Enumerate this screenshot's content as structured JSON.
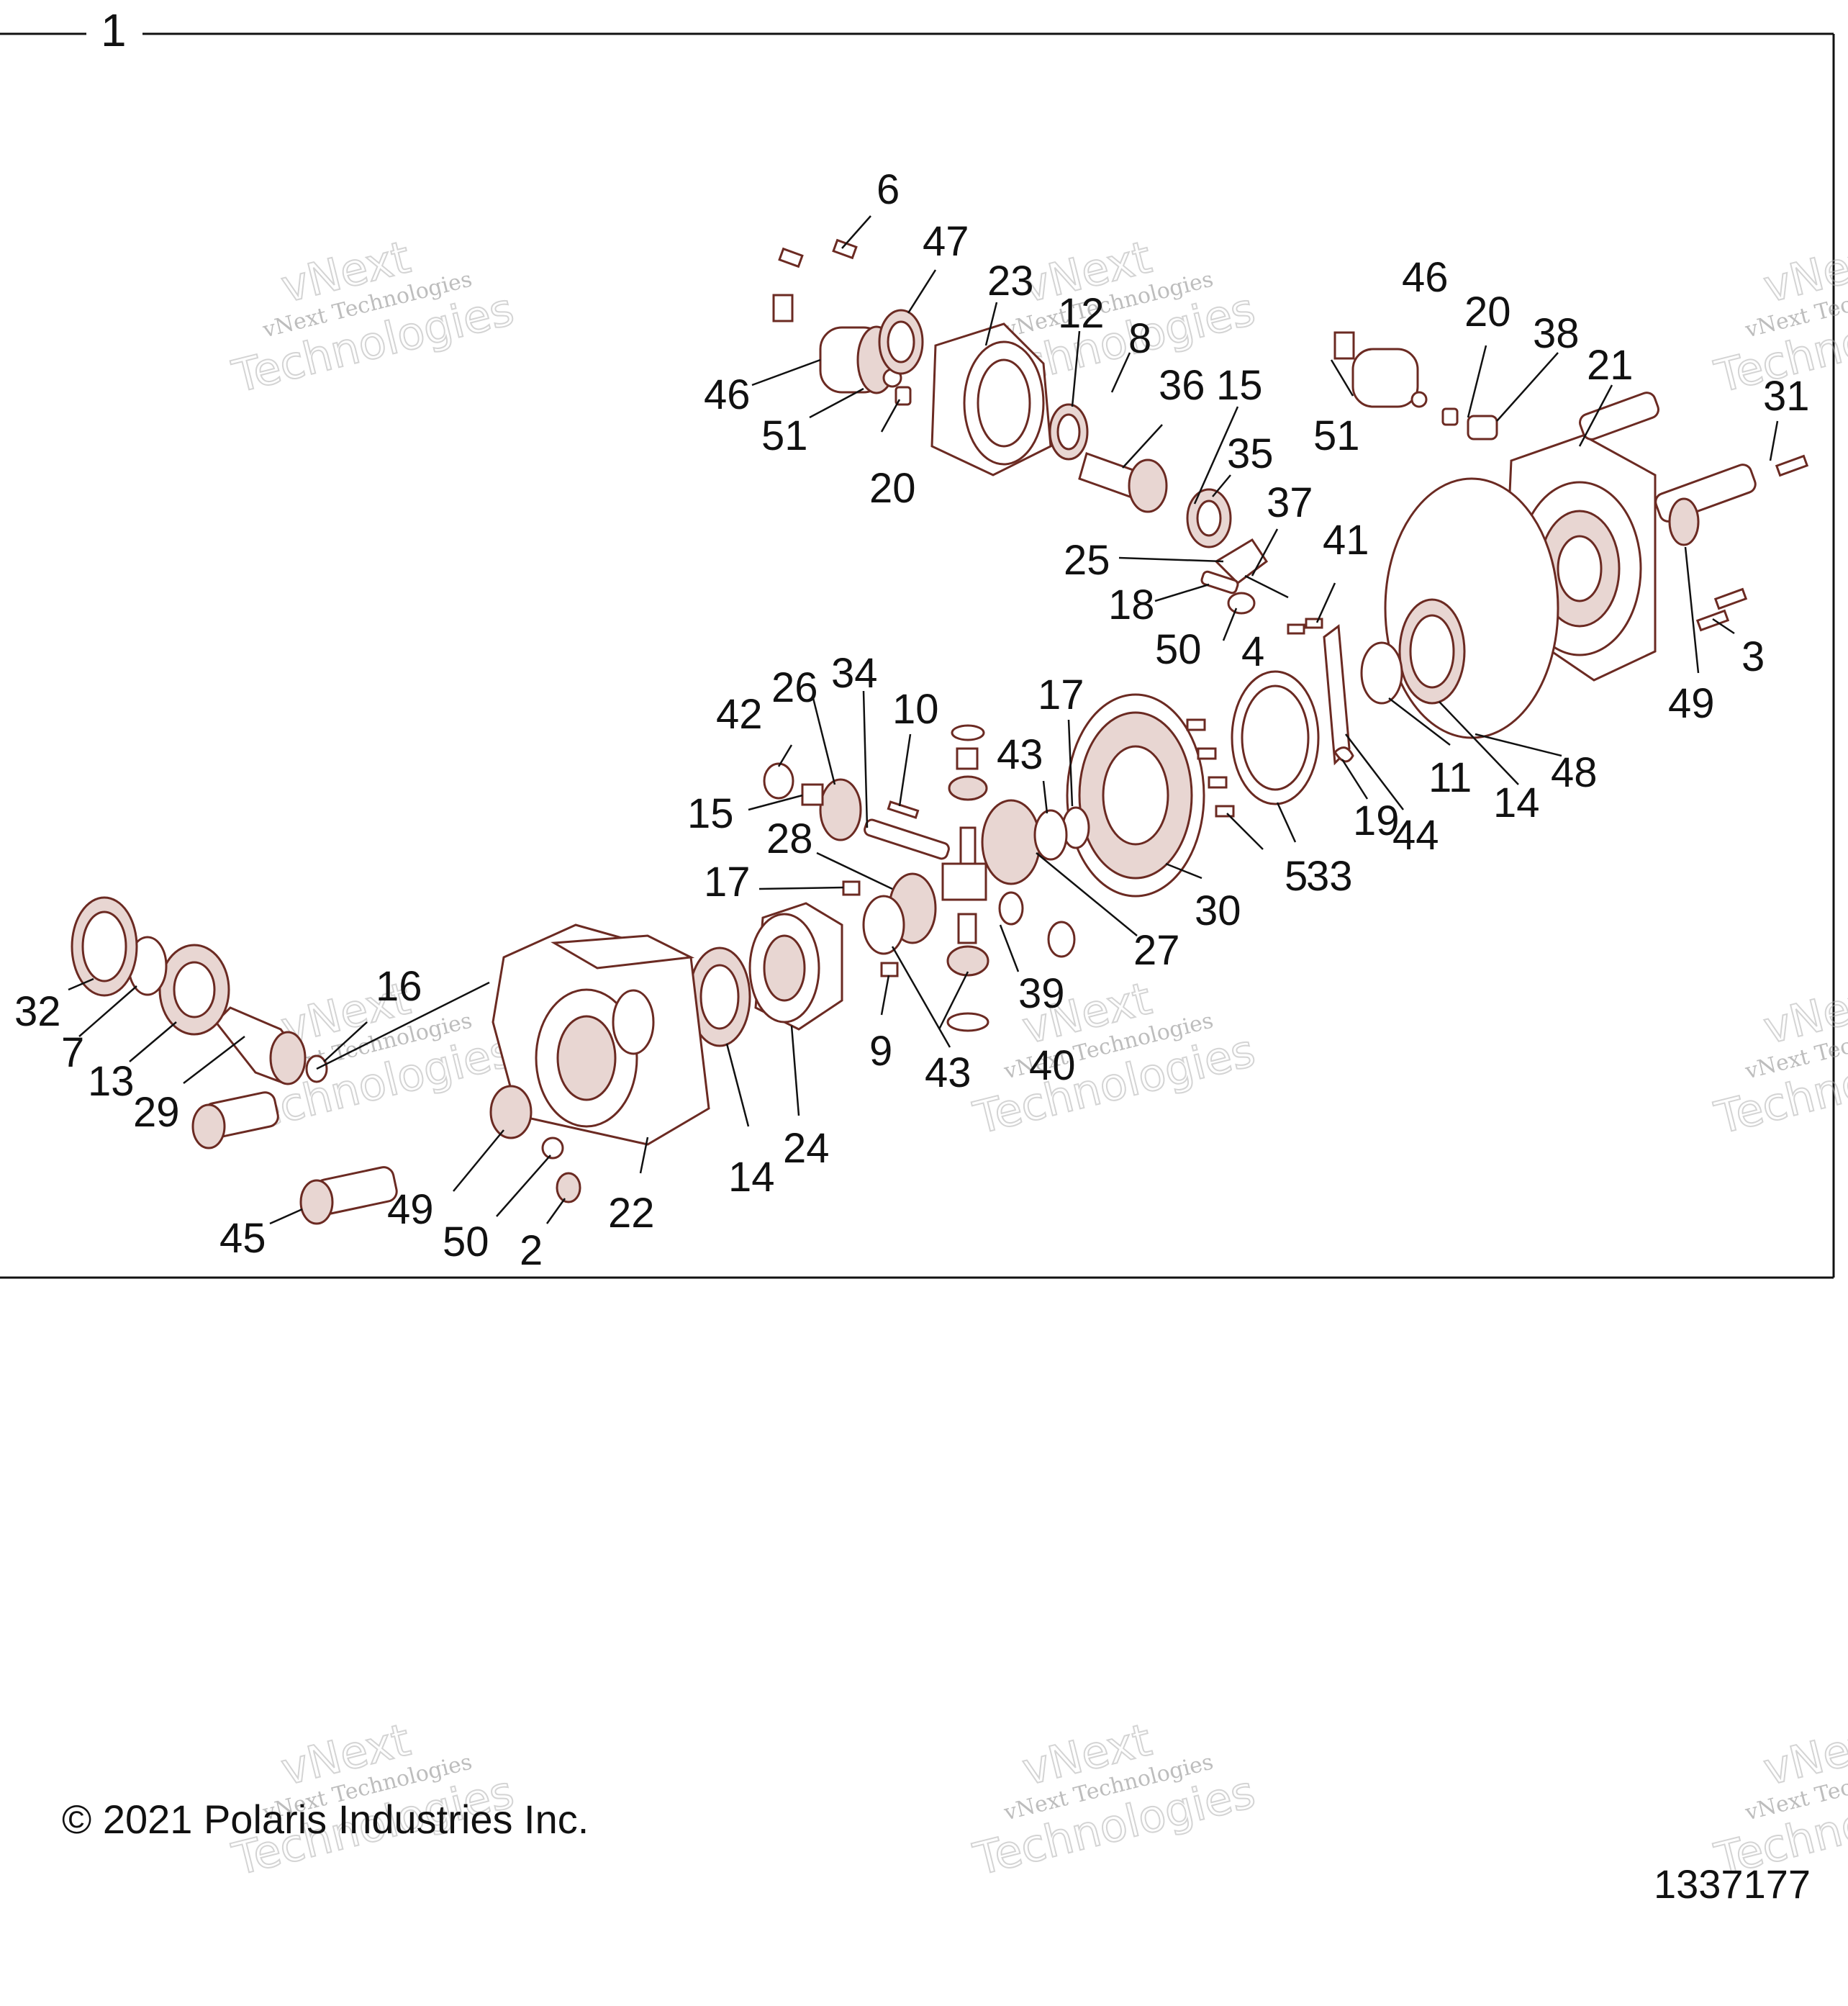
{
  "frame_label": "1",
  "watermark": {
    "line1": "vNext",
    "line2": "vNext Technologies",
    "line3": "Technologies"
  },
  "callouts": [
    "6",
    "47",
    "23",
    "12",
    "8",
    "46",
    "20",
    "38",
    "21",
    "31",
    "46",
    "51",
    "36",
    "15",
    "51",
    "35",
    "20",
    "37",
    "25",
    "41",
    "18",
    "50",
    "4",
    "3",
    "49",
    "26",
    "34",
    "10",
    "17",
    "42",
    "43",
    "15",
    "48",
    "14",
    "11",
    "19",
    "44",
    "28",
    "5",
    "33",
    "30",
    "17",
    "27",
    "39",
    "32",
    "16",
    "7",
    "9",
    "43",
    "40",
    "13",
    "29",
    "14",
    "24",
    "49",
    "22",
    "50",
    "2",
    "45"
  ],
  "copyright": "© 2021 Polaris Industries Inc.",
  "diagram_id": "1337177",
  "colors": {
    "part_stroke": "#6b2a22",
    "text": "#111111",
    "frame": "#111111"
  }
}
